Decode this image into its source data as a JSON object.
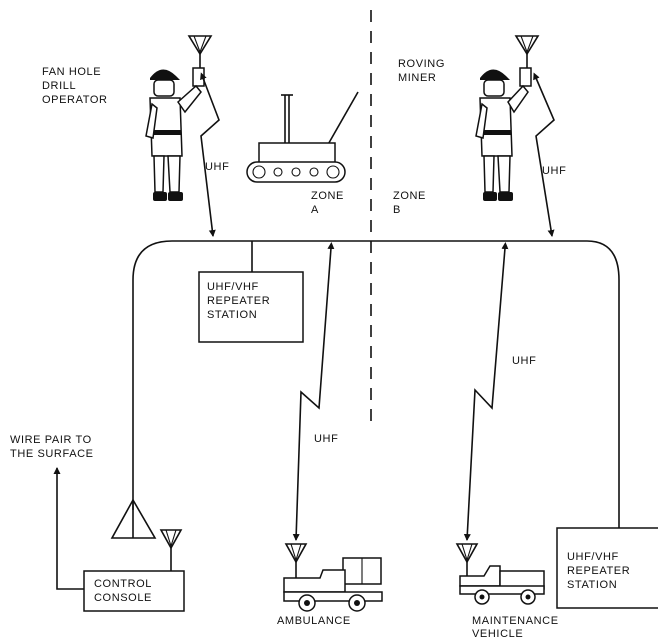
{
  "labels": {
    "fan_hole_1": "FAN HOLE",
    "fan_hole_2": "DRILL",
    "fan_hole_3": "OPERATOR",
    "roving_1": "ROVING",
    "roving_2": "MINER",
    "uhf_left": "UHF",
    "uhf_right": "UHF",
    "uhf_mid_left": "UHF",
    "uhf_mid_right": "UHF",
    "zone_a_1": "ZONE",
    "zone_a_2": "A",
    "zone_b_1": "ZONE",
    "zone_b_2": "B",
    "repeater_top_1": "UHF/VHF",
    "repeater_top_2": "REPEATER",
    "repeater_top_3": "STATION",
    "repeater_bottom_1": "UHF/VHF",
    "repeater_bottom_2": "REPEATER",
    "repeater_bottom_3": "STATION",
    "wire_pair_1": "WIRE PAIR TO",
    "wire_pair_2": "THE SURFACE",
    "console_1": "CONTROL",
    "console_2": "CONSOLE",
    "ambulance": "AMBULANCE",
    "maint_1": "MAINTENANCE",
    "maint_2": "VEHICLE"
  }
}
